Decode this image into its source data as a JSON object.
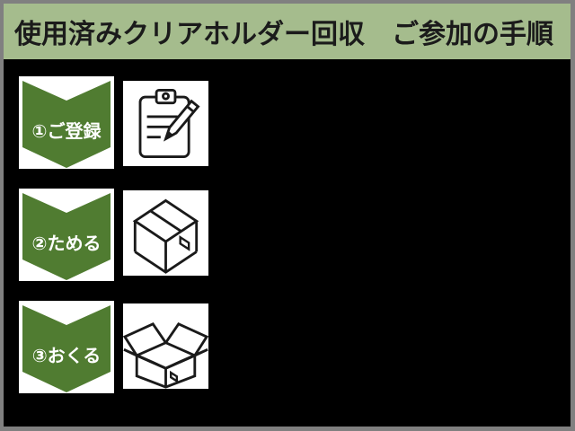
{
  "header": {
    "title": "使用済みクリアホルダー回収　ご参加の手順"
  },
  "steps": [
    {
      "label": "①ご登録",
      "icon": "clipboard-pencil-icon"
    },
    {
      "label": "②ためる",
      "icon": "closed-box-icon"
    },
    {
      "label": "③おくる",
      "icon": "open-box-icon"
    }
  ],
  "colors": {
    "frame_gray": "#808080",
    "header_bg": "#a5bc8d",
    "header_text": "#1b1b1b",
    "body_bg": "#000000",
    "banner_green": "#507c31",
    "tile_white": "#ffffff",
    "icon_stroke": "#1a1a1a"
  }
}
